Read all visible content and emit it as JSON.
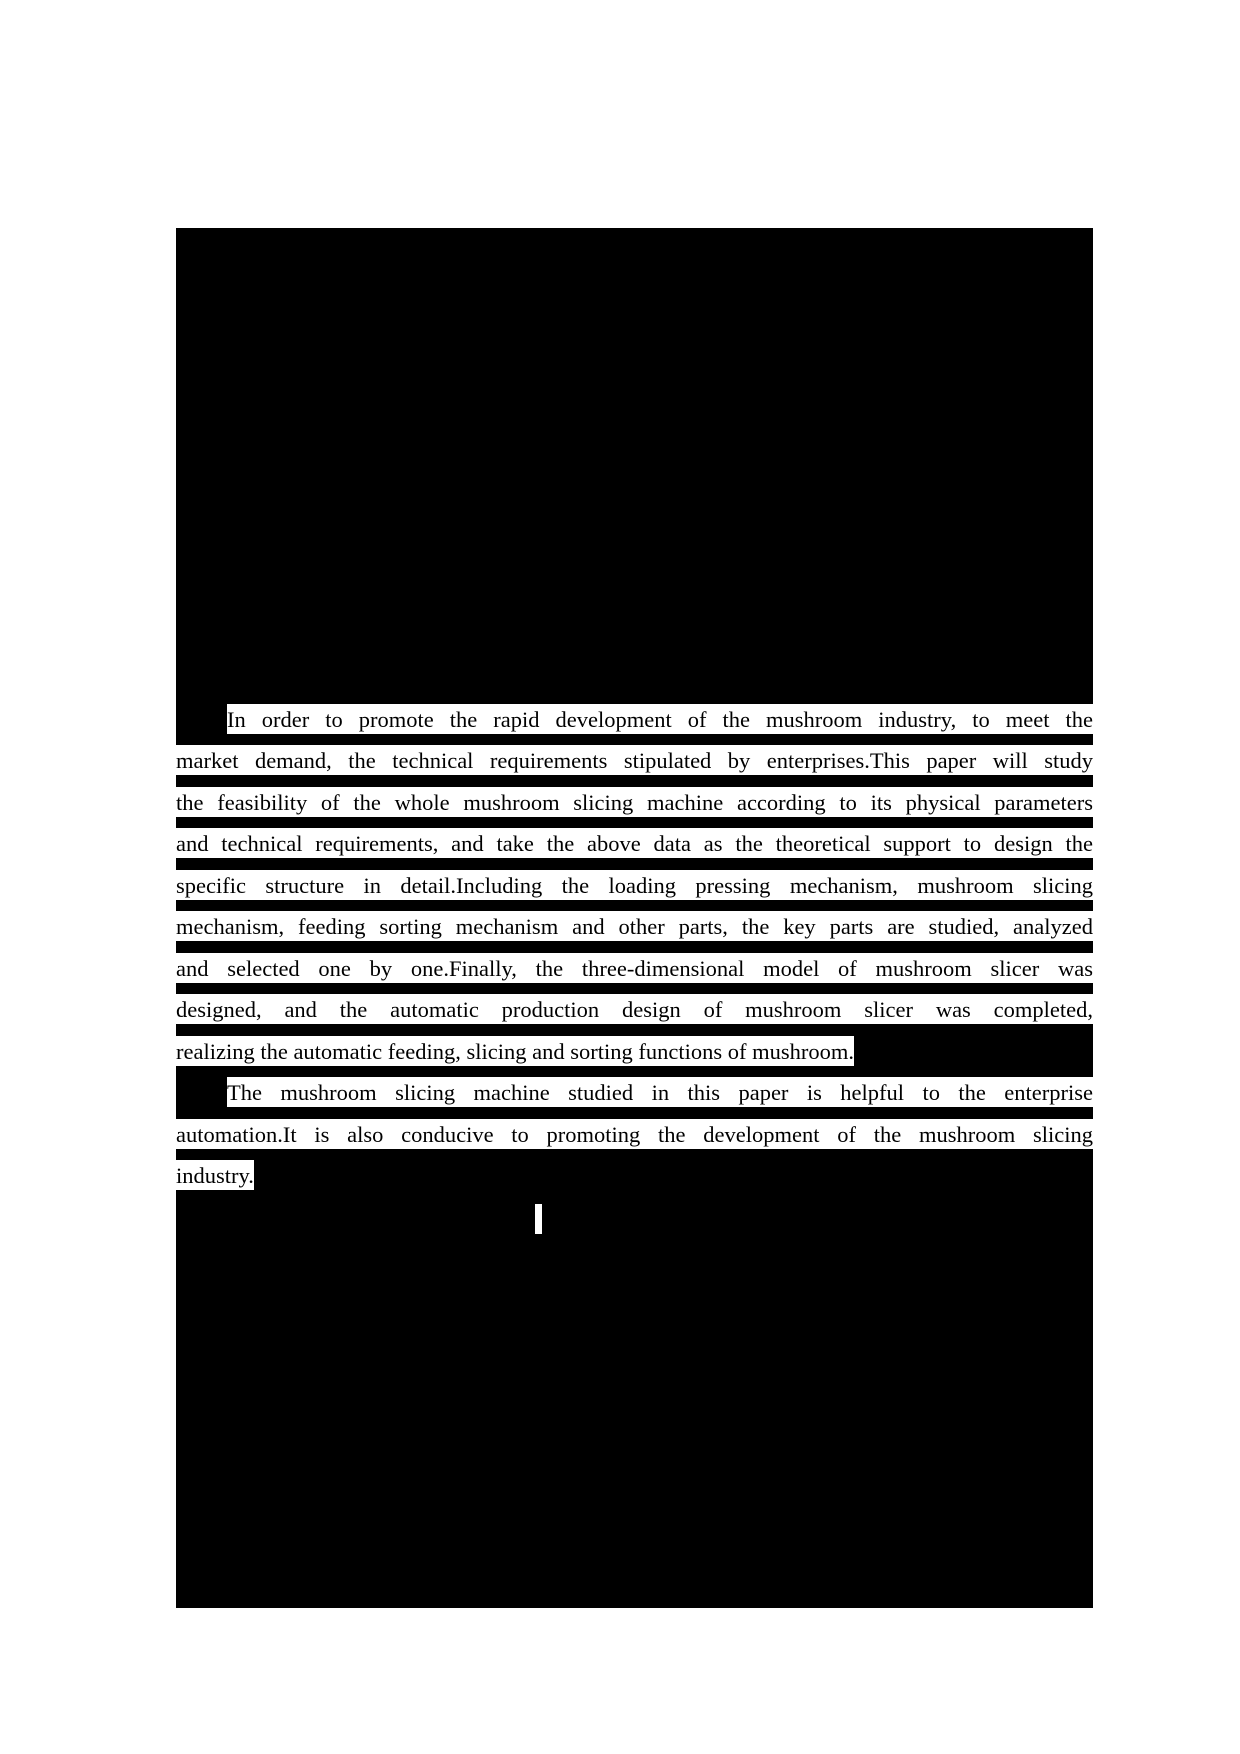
{
  "document": {
    "paragraphs": [
      {
        "lines": [
          "In order to promote the rapid development of the mushroom industry, to meet the",
          "market demand, the technical requirements stipulated by enterprises.This paper will study",
          "the feasibility of the whole mushroom slicing machine according to its physical parameters",
          "and technical requirements, and take the above data as the theoretical support to design the",
          "specific structure in detail.Including the loading pressing mechanism, mushroom slicing",
          "mechanism, feeding sorting mechanism and other parts, the key parts are studied, analyzed",
          "and selected one by one.Finally, the three-dimensional model of mushroom slicer was",
          "designed, and the automatic production design of mushroom slicer was completed,",
          "realizing the automatic feeding, slicing and sorting functions of mushroom."
        ]
      },
      {
        "lines": [
          "The mushroom slicing machine studied in this paper is helpful to the enterprise",
          "automation.It is also conducive to promoting the development of the mushroom slicing",
          "industry."
        ]
      }
    ],
    "colors": {
      "redaction": "#000000",
      "highlight": "#ffffff",
      "text": "#000000"
    }
  }
}
